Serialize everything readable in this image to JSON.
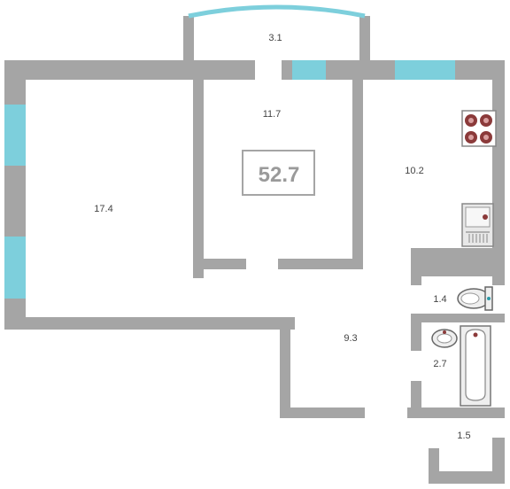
{
  "plan": {
    "total_area": "52.7",
    "rooms": [
      {
        "id": "balcony",
        "area": "3.1"
      },
      {
        "id": "bedroom",
        "area": "11.7"
      },
      {
        "id": "living-room",
        "area": "17.4"
      },
      {
        "id": "kitchen",
        "area": "10.2"
      },
      {
        "id": "hallway",
        "area": "9.3"
      },
      {
        "id": "toilet",
        "area": "1.4"
      },
      {
        "id": "bathroom",
        "area": "2.7"
      },
      {
        "id": "entry",
        "area": "1.5"
      }
    ]
  },
  "colors": {
    "wall": "#a5a5a5",
    "window": "#7dcfdc",
    "stove_burner": "#8b3a3a",
    "label": "#444444"
  }
}
